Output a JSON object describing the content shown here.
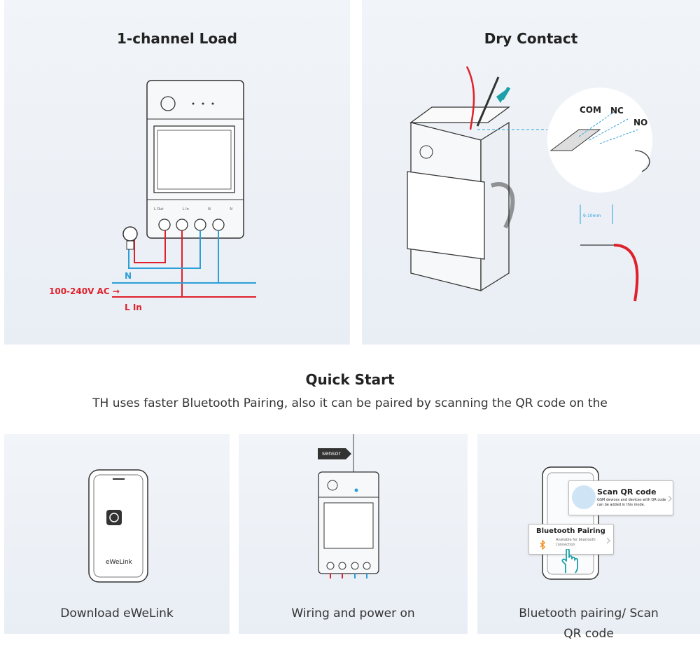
{
  "load_panel": {
    "title": "1-channel Load",
    "voltage_label": "100-240V AC →",
    "n_label": "N",
    "l_in_label": "L In",
    "terminals": [
      "L Out",
      "L In",
      "N",
      "N"
    ]
  },
  "dry_panel": {
    "title": "Dry Contact",
    "contacts": [
      "COM",
      "NC",
      "NO"
    ],
    "strip_length": "9-10mm"
  },
  "quick_start": {
    "title": "Quick Start",
    "subtitle": "TH uses faster Bluetooth Pairing, also it can be paired by scanning the QR code on the"
  },
  "steps": [
    {
      "label": "Download eWeLink",
      "app_name": "eWeLink"
    },
    {
      "label": "Wiring and power on",
      "sensor_tag": "sensor"
    },
    {
      "label": "Bluetooth pairing/ Scan QR code",
      "qr_title": "Scan QR code",
      "qr_desc": "GSM devices and devices with QR code can be added in this mode.",
      "bt_title": "Bluetooth Pairing",
      "bt_desc": "Available for bluetooth connection"
    }
  ],
  "colors": {
    "live": "#e0202a",
    "neutral": "#2a9fd8",
    "accent": "#1aa0a8",
    "bluetooth": "#f08a1c"
  }
}
